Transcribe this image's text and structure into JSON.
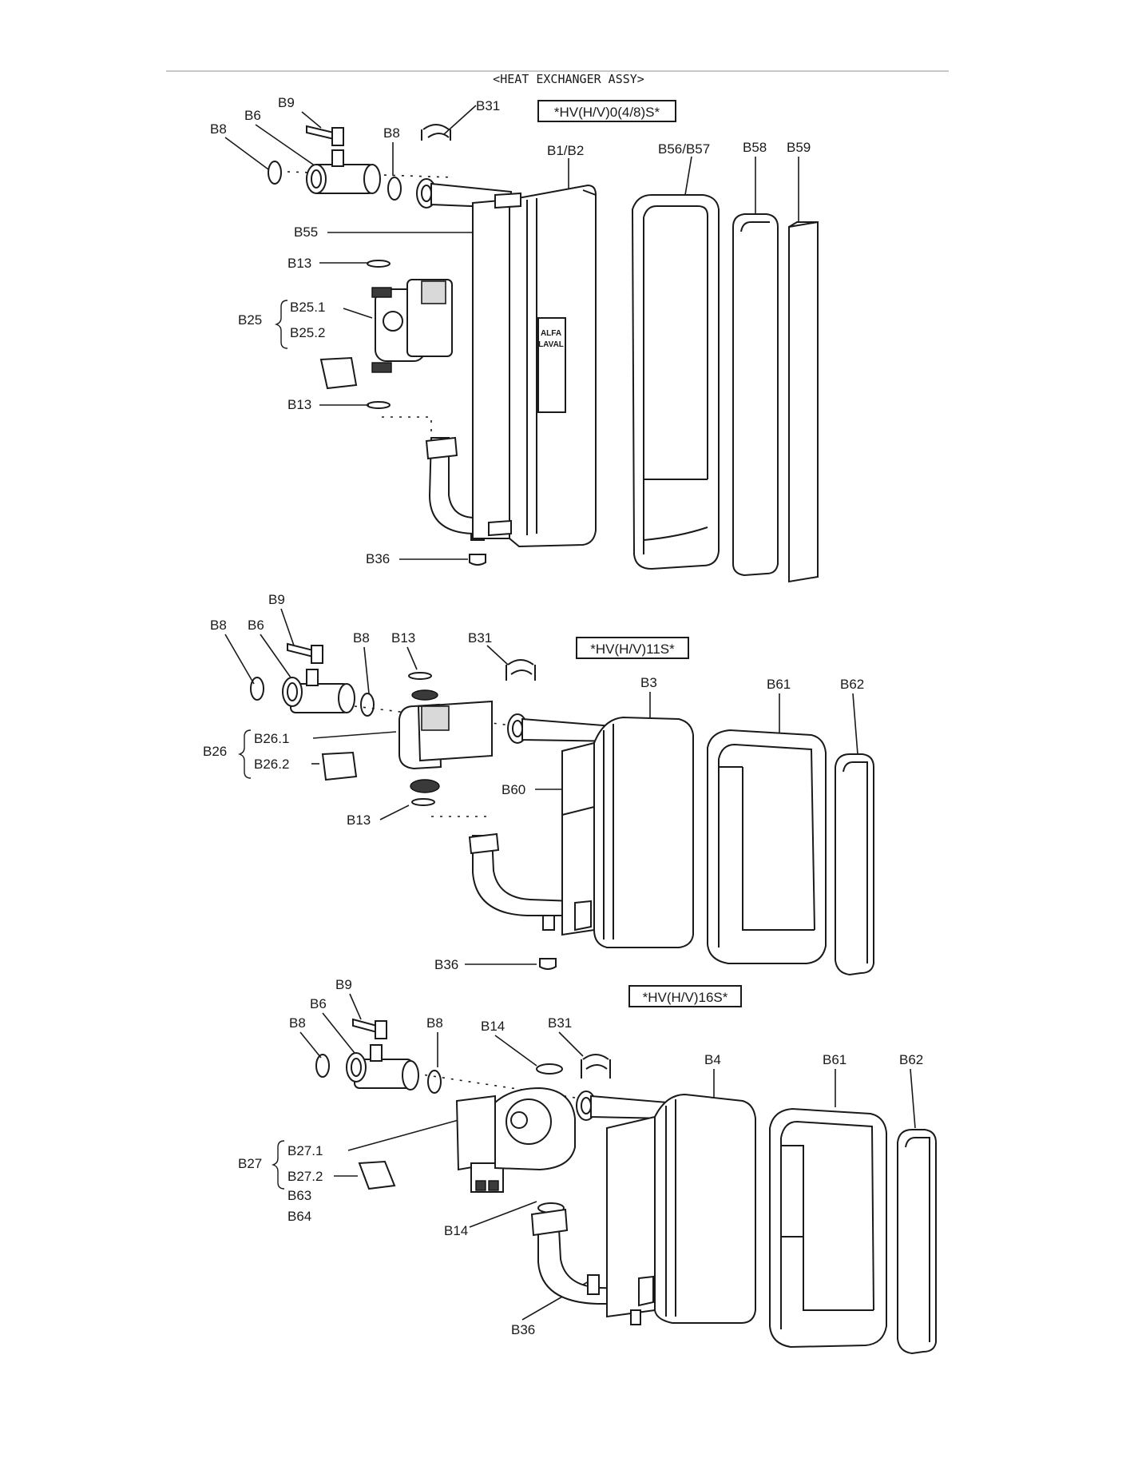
{
  "header": "<HEAT EXCHANGER ASSY>",
  "groups": [
    {
      "model": "*HV(H/V)0(4/8)S*",
      "labels": {
        "b9": "B9",
        "b31": "B31",
        "b6": "B6",
        "b8a": "B8",
        "b8b": "B8",
        "b1b2": "B1/B2",
        "b56b57": "B56/B57",
        "b58": "B58",
        "b59": "B59",
        "b55": "B55",
        "b13a": "B13",
        "b25": "B25",
        "b251": "B25.1",
        "b252": "B25.2",
        "b13b": "B13",
        "b36": "B36"
      },
      "nameplate": [
        "ALFA",
        "LAVAL"
      ]
    },
    {
      "model": "*HV(H/V)11S*",
      "labels": {
        "b9": "B9",
        "b8a": "B8",
        "b6": "B6",
        "b8b": "B8",
        "b13a": "B13",
        "b31": "B31",
        "b3": "B3",
        "b61": "B61",
        "b62": "B62",
        "b26": "B26",
        "b261": "B26.1",
        "b262": "B26.2",
        "b60": "B60",
        "b13b": "B13",
        "b36": "B36"
      }
    },
    {
      "model": "*HV(H/V)16S*",
      "labels": {
        "b9": "B9",
        "b6": "B6",
        "b8a": "B8",
        "b8b": "B8",
        "b14a": "B14",
        "b31": "B31",
        "b4": "B4",
        "b61": "B61",
        "b62": "B62",
        "b27": "B27",
        "b271": "B27.1",
        "b272": "B27.2",
        "b63": "B63",
        "b64": "B64",
        "b14b": "B14",
        "b36": "B36"
      }
    }
  ]
}
